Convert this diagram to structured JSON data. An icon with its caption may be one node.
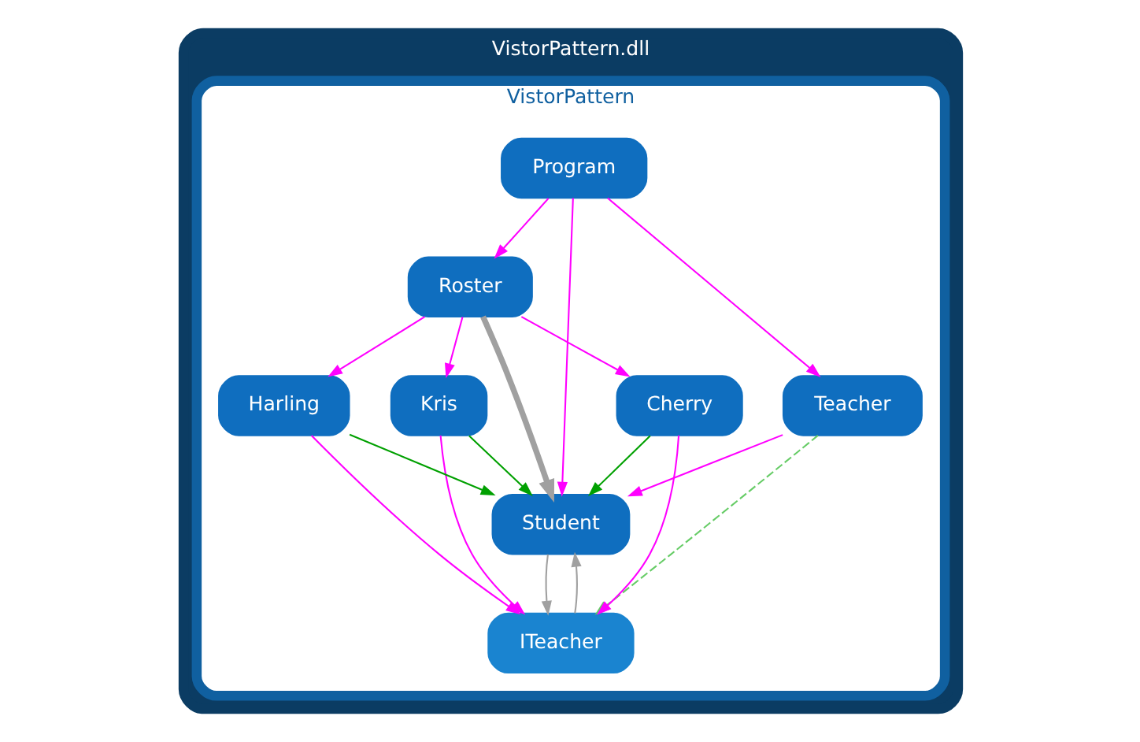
{
  "diagram": {
    "nodes": [
      {
        "text": [
          "VistorPattern.dll"
        ]
      },
      {
        "text": [
          "VistorPattern"
        ],
        "in": 0
      },
      {
        "text": [
          "Program"
        ],
        "in": 1
      },
      {
        "text": [
          "Roster"
        ],
        "in": 1
      },
      {
        "text": [
          "Teacher"
        ],
        "in": 1
      },
      {
        "text": [
          "Kris"
        ],
        "in": 1
      },
      {
        "text": [
          "Cherry"
        ],
        "in": 1
      },
      {
        "text": [
          "Harling"
        ],
        "in": 1
      },
      {
        "text": [
          "Student"
        ],
        "in": 1
      },
      {
        "text": [
          "ITeacher"
        ],
        "in": 1
      }
    ],
    "edges": [
      {
        "from": 2,
        "to": 4,
        "arrow": "to"
      },
      {
        "from": 2,
        "to": 8,
        "arrow": "to"
      },
      {
        "from": 2,
        "to": 3,
        "arrow": "to"
      },
      {
        "from": 3,
        "to": 5,
        "arrow": "to"
      },
      {
        "from": 3,
        "to": 8,
        "arrow": "to",
        "style": "thick",
        "color": "#a0a0a0"
      },
      {
        "from": 3,
        "to": 6,
        "arrow": "to"
      },
      {
        "from": 3,
        "to": 7,
        "arrow": "to"
      },
      {
        "from": 4,
        "to": 8,
        "arrow": "to"
      },
      {
        "from": 4,
        "to": 9,
        "arrow": "to",
        "style": "dashed",
        "color": "#66cc66"
      },
      {
        "from": 5,
        "to": 8,
        "arrow": "to",
        "color": "#00a000"
      },
      {
        "from": 6,
        "to": 8,
        "arrow": "to",
        "color": "#00a000"
      },
      {
        "from": 7,
        "to": 8,
        "arrow": "to",
        "color": "#00a000"
      },
      {
        "from": 5,
        "to": 9,
        "arrow": "to"
      },
      {
        "from": 6,
        "to": 9,
        "arrow": "to"
      },
      {
        "from": 7,
        "to": 9,
        "arrow": "to"
      },
      {
        "from": 9,
        "to": 8,
        "arrow": "to",
        "color": "#a0a0a0"
      },
      {
        "from": 8,
        "to": 9,
        "arrow": "to",
        "color": "#a0a0a0"
      }
    ]
  }
}
